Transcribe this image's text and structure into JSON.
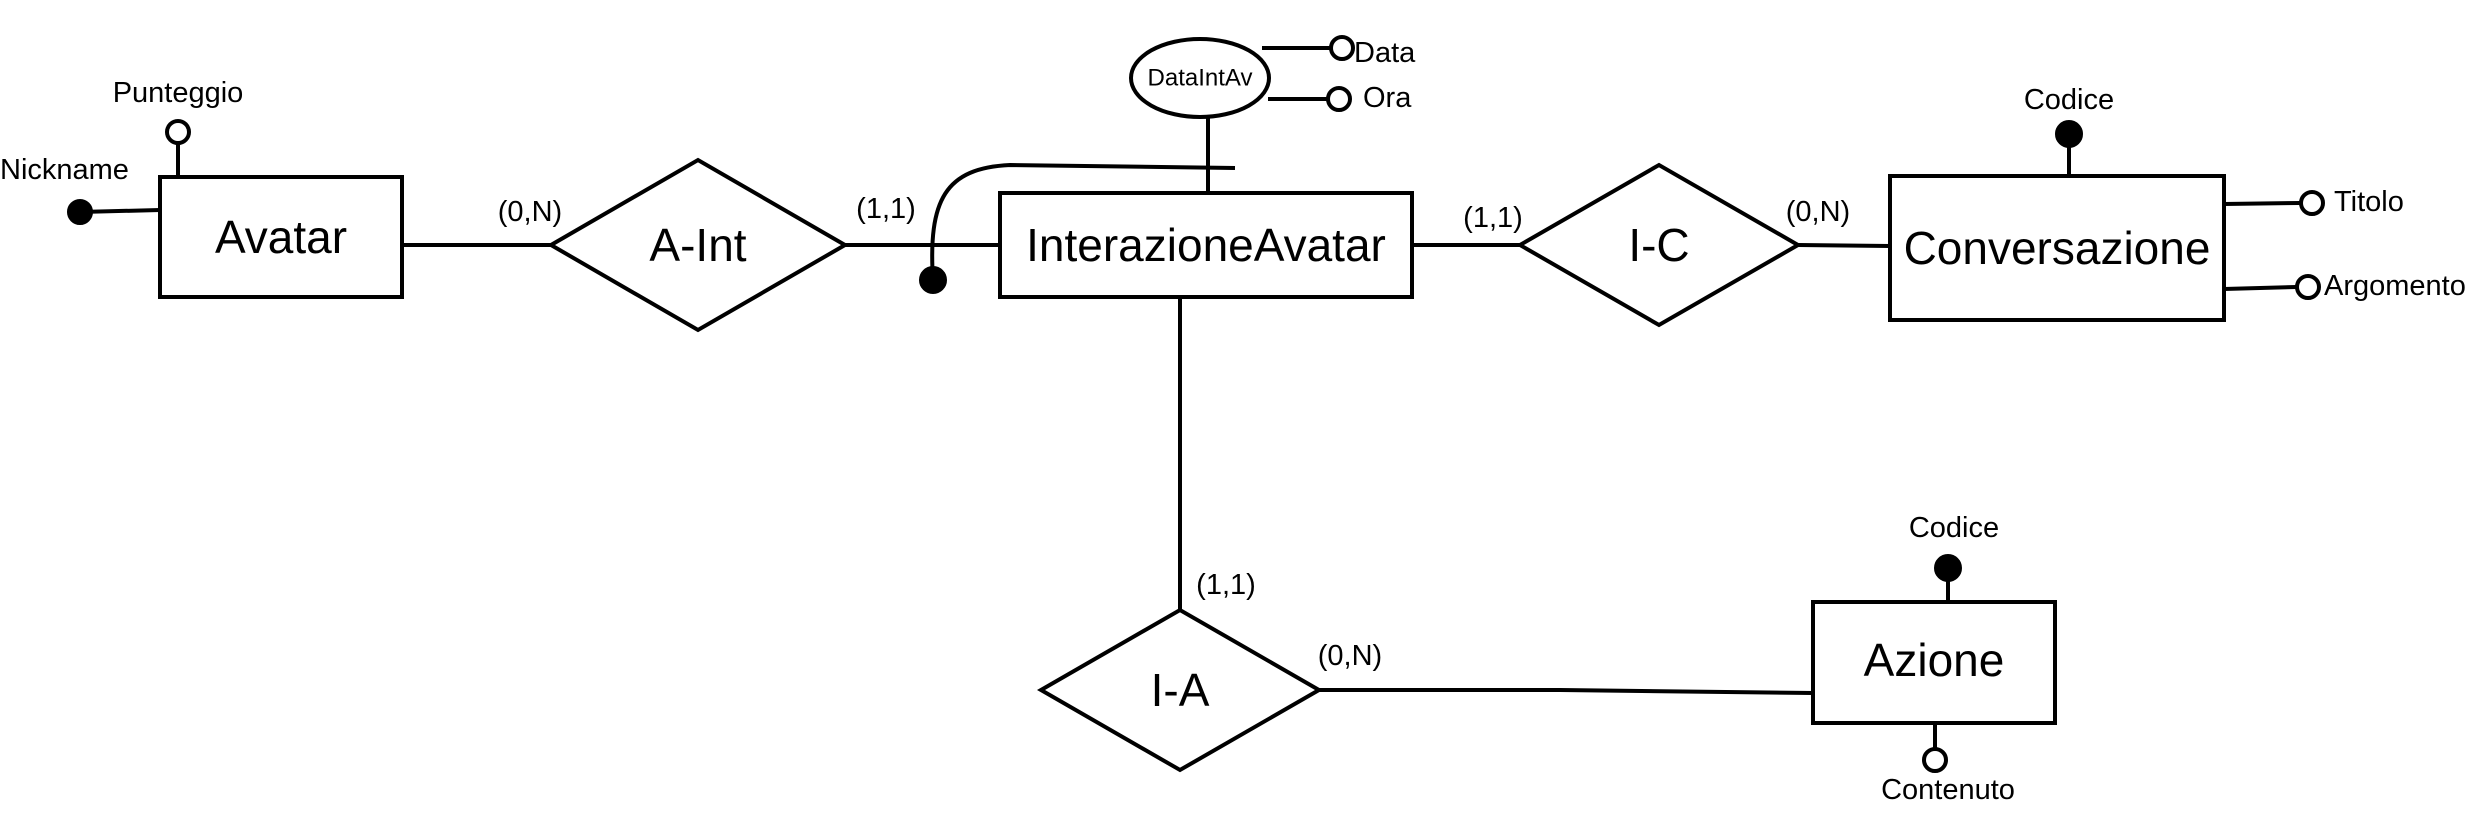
{
  "entities": {
    "avatar": "Avatar",
    "interazione_avatar": "InterazioneAvatar",
    "conversazione": "Conversazione",
    "azione": "Azione"
  },
  "relationships": {
    "a_int": "A-Int",
    "i_c": "I-C",
    "i_a": "I-A"
  },
  "attributes": {
    "avatar_nickname": "Nickname",
    "avatar_punteggio": "Punteggio",
    "data_int_av": "DataIntAv",
    "data": "Data",
    "ora": "Ora",
    "conversazione_codice": "Codice",
    "conversazione_titolo": "Titolo",
    "conversazione_argomento": "Argomento",
    "azione_codice": "Codice",
    "azione_contenuto": "Contenuto"
  },
  "cardinalities": {
    "avatar_a_int": "(0,N)",
    "interazione_a_int": "(1,1)",
    "interazione_i_c": "(1,1)",
    "conversazione_i_c": "(0,N)",
    "interazione_i_a": "(1,1)",
    "azione_i_a": "(0,N)"
  }
}
